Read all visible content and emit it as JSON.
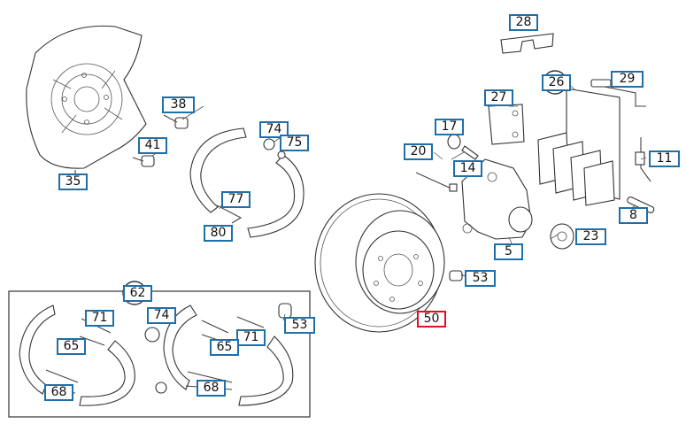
{
  "diagram": {
    "highlight_color": "#e0111b",
    "callout_color": "#1f6fa8",
    "callouts": [
      {
        "id": "c28",
        "label": "28"
      },
      {
        "id": "c26",
        "label": "26"
      },
      {
        "id": "c29",
        "label": "29"
      },
      {
        "id": "c38",
        "label": "38"
      },
      {
        "id": "c27",
        "label": "27"
      },
      {
        "id": "c17",
        "label": "17"
      },
      {
        "id": "c74a",
        "label": "74"
      },
      {
        "id": "c75",
        "label": "75"
      },
      {
        "id": "c41",
        "label": "41"
      },
      {
        "id": "c20",
        "label": "20"
      },
      {
        "id": "c14",
        "label": "14"
      },
      {
        "id": "c11",
        "label": "11"
      },
      {
        "id": "c35",
        "label": "35"
      },
      {
        "id": "c77",
        "label": "77"
      },
      {
        "id": "c8",
        "label": "8"
      },
      {
        "id": "c80",
        "label": "80"
      },
      {
        "id": "c23",
        "label": "23"
      },
      {
        "id": "c5",
        "label": "5"
      },
      {
        "id": "c53a",
        "label": "53"
      },
      {
        "id": "c62",
        "label": "62"
      },
      {
        "id": "c71a",
        "label": "71"
      },
      {
        "id": "c74b",
        "label": "74"
      },
      {
        "id": "c53b",
        "label": "53"
      },
      {
        "id": "c50",
        "label": "50",
        "selected": true
      },
      {
        "id": "c71b",
        "label": "71"
      },
      {
        "id": "c65a",
        "label": "65"
      },
      {
        "id": "c65b",
        "label": "65"
      },
      {
        "id": "c68a",
        "label": "68"
      },
      {
        "id": "c68b",
        "label": "68"
      }
    ]
  }
}
